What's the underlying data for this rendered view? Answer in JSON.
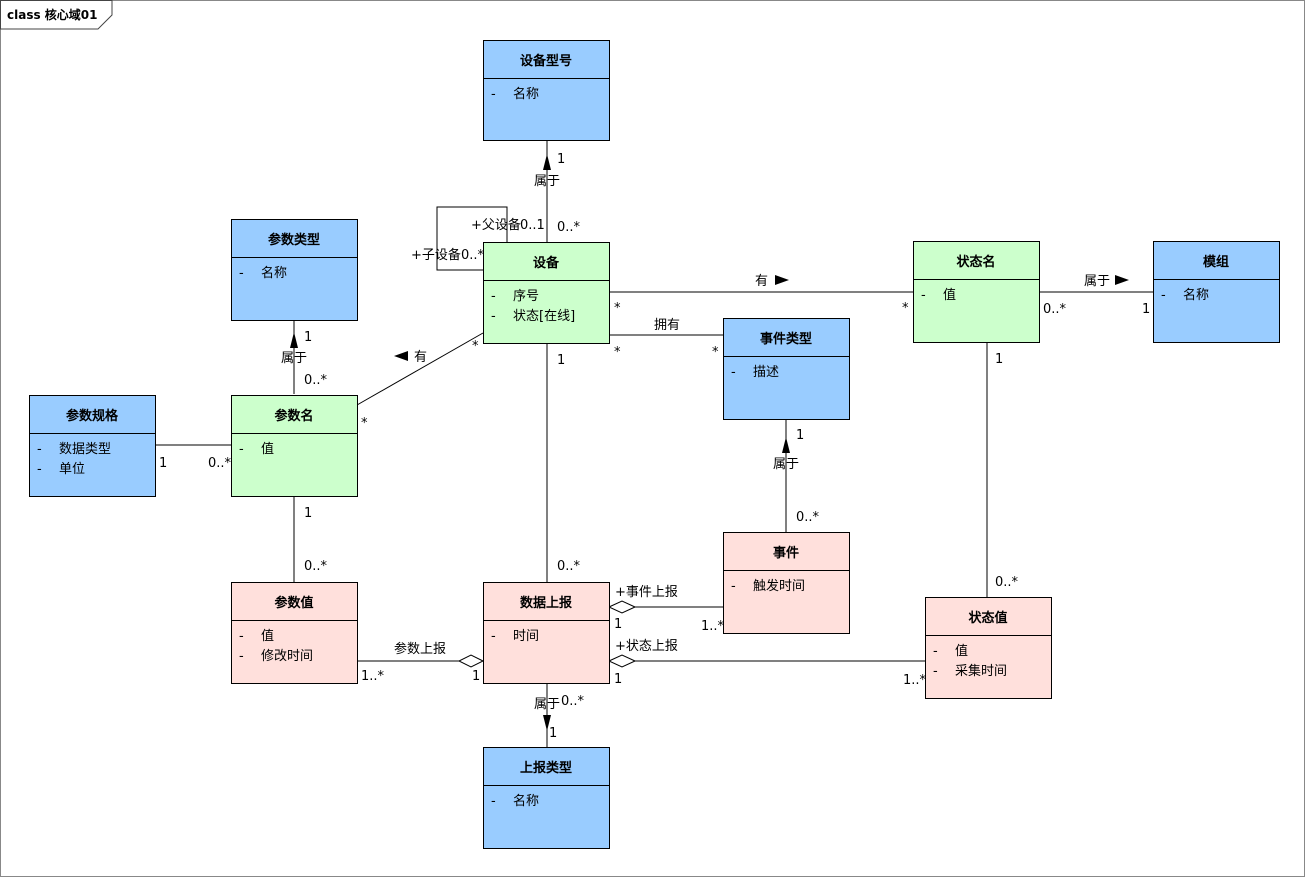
{
  "frame": {
    "title": "class 核心域01"
  },
  "colors": {
    "blue": "#99ccff",
    "green": "#ccffcc",
    "pink": "#ffe0dc",
    "line": "#000000"
  },
  "classes": [
    {
      "id": "device_model",
      "name": "设备型号",
      "color": "blue",
      "attrs": [
        "名称"
      ]
    },
    {
      "id": "param_type",
      "name": "参数类型",
      "color": "blue",
      "attrs": [
        "名称"
      ]
    },
    {
      "id": "param_spec",
      "name": "参数规格",
      "color": "blue",
      "attrs": [
        "数据类型",
        "单位"
      ]
    },
    {
      "id": "device",
      "name": "设备",
      "color": "green",
      "attrs": [
        "序号",
        "状态[在线]"
      ]
    },
    {
      "id": "param_name",
      "name": "参数名",
      "color": "green",
      "attrs": [
        "值"
      ]
    },
    {
      "id": "status_name",
      "name": "状态名",
      "color": "green",
      "attrs": [
        "值"
      ]
    },
    {
      "id": "module",
      "name": "模组",
      "color": "blue",
      "attrs": [
        "名称"
      ]
    },
    {
      "id": "event_type",
      "name": "事件类型",
      "color": "blue",
      "attrs": [
        "描述"
      ]
    },
    {
      "id": "event",
      "name": "事件",
      "color": "pink",
      "attrs": [
        "触发时间"
      ]
    },
    {
      "id": "param_value",
      "name": "参数值",
      "color": "pink",
      "attrs": [
        "值",
        "修改时间"
      ]
    },
    {
      "id": "data_report",
      "name": "数据上报",
      "color": "pink",
      "attrs": [
        "时间"
      ]
    },
    {
      "id": "status_value",
      "name": "状态值",
      "color": "pink",
      "attrs": [
        "值",
        "采集时间"
      ]
    },
    {
      "id": "report_type",
      "name": "上报类型",
      "color": "blue",
      "attrs": [
        "名称"
      ]
    }
  ],
  "labels": {
    "belongs": "属于",
    "has": "有",
    "owns": "拥有",
    "parent_role": "+父设备",
    "child_role": "+子设备",
    "event_report": "+事件上报",
    "status_report": "+状态上报",
    "param_report": "参数上报"
  },
  "multiplicities": {
    "one": "1",
    "zero_many": "0..*",
    "zero_one": "0..1",
    "star": "*",
    "one_many": "1..*"
  },
  "attr_prefix": "-"
}
